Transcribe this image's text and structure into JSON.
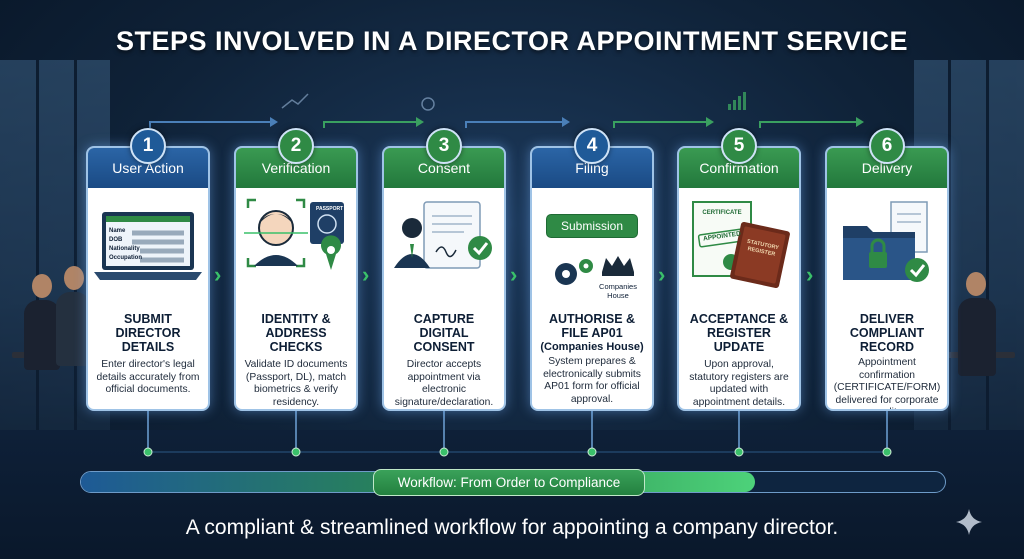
{
  "title": "STEPS INVOLVED IN A DIRECTOR APPOINTMENT SERVICE",
  "steps": [
    {
      "number": "1",
      "header": "User Action",
      "heading": "SUBMIT DIRECTOR DETAILS",
      "subheading": "",
      "description": "Enter director's legal details accurately from official documents.",
      "form_fields": [
        "Name",
        "DOB",
        "Nationality",
        "Occupation"
      ]
    },
    {
      "number": "2",
      "header": "Verification",
      "heading": "IDENTITY & ADDRESS CHECKS",
      "subheading": "",
      "description": "Validate ID documents (Passport, DL), match biometrics & verify residency.",
      "passport_label": "PASSPORT"
    },
    {
      "number": "3",
      "header": "Consent",
      "heading": "CAPTURE DIGITAL CONSENT",
      "subheading": "",
      "description": "Director accepts appointment via electronic signature/declaration."
    },
    {
      "number": "4",
      "header": "Filing",
      "heading": "AUTHORISE & FILE AP01",
      "subheading": "(Companies House)",
      "description": "System prepares & electronically submits AP01 form for official approval.",
      "submission_label": "Submission",
      "companies_house_label": "Companies House"
    },
    {
      "number": "5",
      "header": "Confirmation",
      "heading": "ACCEPTANCE & REGISTER UPDATE",
      "subheading": "",
      "description": "Upon approval, statutory registers are updated with appointment details.",
      "certificate_label": "CERTIFICATE",
      "appointed_label": "APPOINTED",
      "register_label": "STATUTORY REGISTER"
    },
    {
      "number": "6",
      "header": "Delivery",
      "heading": "DELIVER COMPLIANT RECORD",
      "subheading": "",
      "description": "Appointment confirmation (CERTIFICATE/FORM) delivered for corporate audit."
    }
  ],
  "workflow_label": "Workflow: From Order to Compliance",
  "workflow_progress": 0.78,
  "footer": "A compliant & streamlined workflow for appointing a company director.",
  "colors": {
    "blue": "#1f5a98",
    "green": "#2f8a45",
    "accent_green": "#3ac06a",
    "background": "#0f2238"
  }
}
